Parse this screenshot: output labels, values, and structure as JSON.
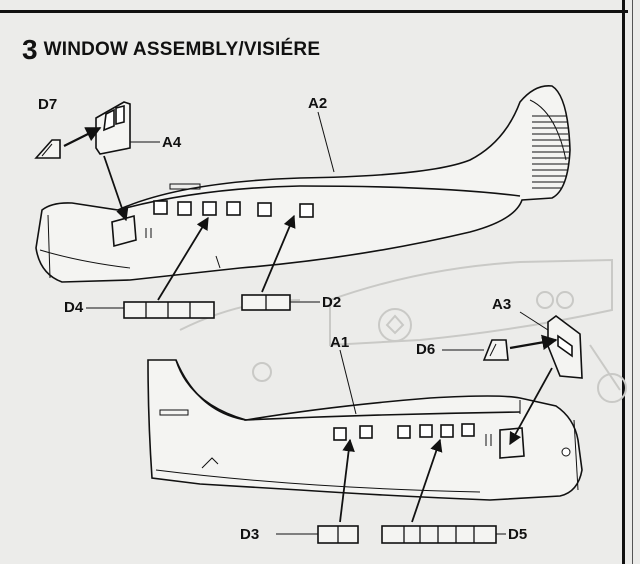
{
  "header": {
    "step_number": "3",
    "title": "WINDOW ASSEMBLY/VISIÉRE"
  },
  "parts": {
    "D7": "D7",
    "A4": "A4",
    "A2": "A2",
    "D4": "D4",
    "D2": "D2",
    "A3": "A3",
    "D6": "D6",
    "A1": "A1",
    "D3": "D3",
    "D5": "D5"
  },
  "colors": {
    "ink": "#111111",
    "paper": "#ececea",
    "ghost": "#c9c9c6"
  }
}
